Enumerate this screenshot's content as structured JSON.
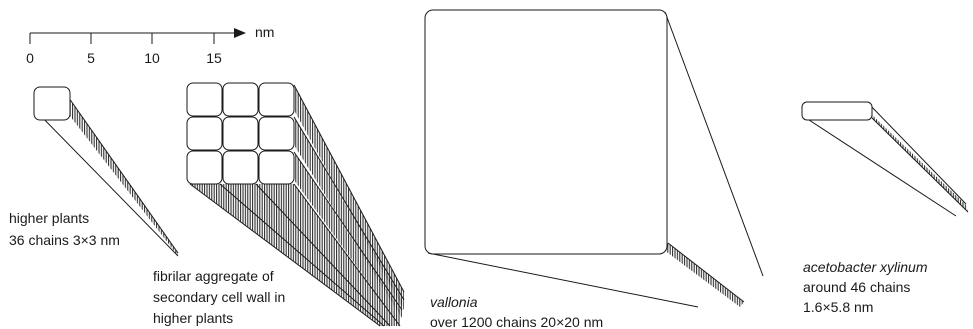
{
  "scale": {
    "ticks": [
      "0",
      "5",
      "10",
      "15"
    ],
    "unit": "nm"
  },
  "labels": {
    "higher_plants": [
      "higher plants",
      "36 chains 3×3 nm"
    ],
    "aggregate": [
      "fibrilar aggregate of",
      "secondary cell wall in",
      "higher plants"
    ],
    "vallonia": [
      "vallonia",
      "over 1200 chains 20×20 nm"
    ],
    "acetobacter": [
      "acetobacter xylinum",
      "around 46 chains",
      "1.6×5.8 nm"
    ]
  }
}
